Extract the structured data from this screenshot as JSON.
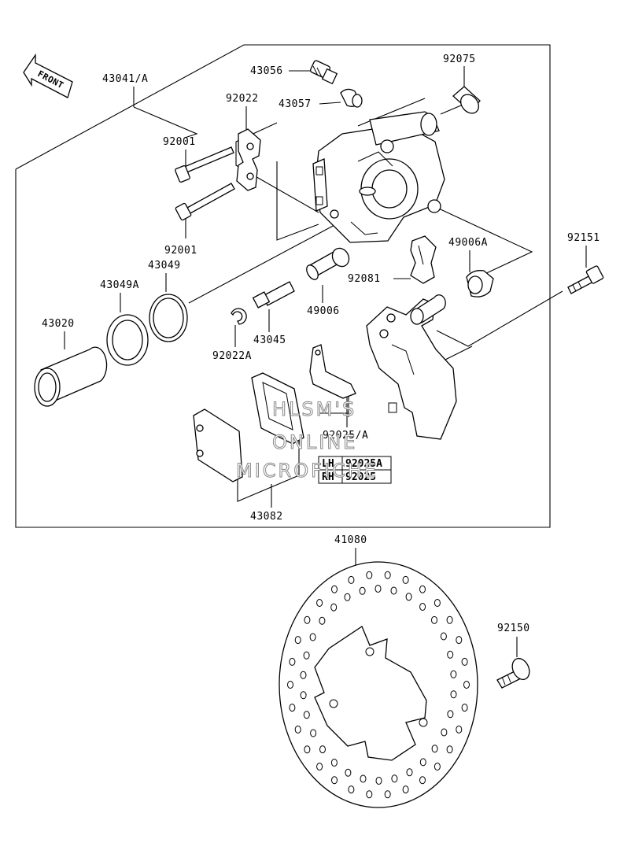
{
  "front_arrow": "FRONT",
  "parts": {
    "p43041": "43041/A",
    "p43056": "43056",
    "p92075": "92075",
    "p92022": "92022",
    "p43057": "43057",
    "p92001a": "92001",
    "p92001b": "92001",
    "p49006A": "49006A",
    "p92151": "92151",
    "p43049": "43049",
    "p43049A": "43049A",
    "p92081": "92081",
    "p49006": "49006",
    "p43020": "43020",
    "p43045": "43045",
    "p92022A": "92022A",
    "p92025A": "92025/A",
    "p43082": "43082",
    "p41080": "41080",
    "p92150": "92150"
  },
  "side_table": {
    "rows": [
      {
        "side": "LH",
        "part": "92025A"
      },
      {
        "side": "RH",
        "part": "92025"
      }
    ]
  },
  "watermark": [
    "HLSM'S",
    "ONLINE",
    "MICROFICHE"
  ]
}
